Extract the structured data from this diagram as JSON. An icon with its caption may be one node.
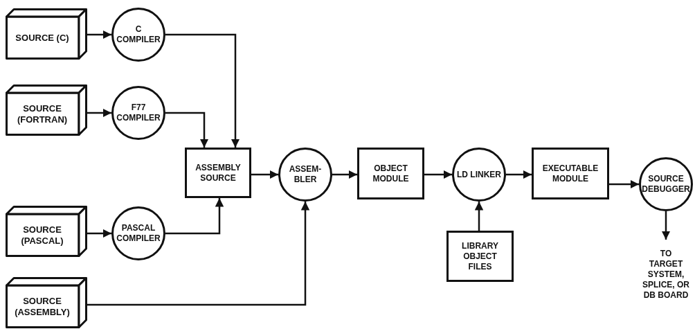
{
  "diagram": {
    "nodes": [
      {
        "text": [
          "SOURCE (C)"
        ]
      },
      {
        "text": [
          "C COMPILER"
        ]
      },
      {
        "text": [
          "SOURCE (FORTRAN)"
        ]
      },
      {
        "text": [
          "F77 COMPILER"
        ]
      },
      {
        "text": [
          "ASSEMBLY SOURCE"
        ]
      },
      {
        "text": [
          "SOURCE (PASCAL)"
        ]
      },
      {
        "text": [
          "PASCAL COMPILER"
        ]
      },
      {
        "text": [
          "SOURCE (ASSEMBLY)"
        ]
      },
      {
        "text": [
          "ASSEM- BLER"
        ]
      },
      {
        "text": [
          "OBJECT MODULE"
        ]
      },
      {
        "text": [
          "LD LINKER"
        ]
      },
      {
        "text": [
          "LIBRARY OBJECT FILES"
        ]
      },
      {
        "text": [
          "EXECUTABLE MODULE"
        ]
      },
      {
        "text": [
          "SOURCE DEBUGGER"
        ]
      },
      {
        "text": [
          "TO TARGET SYSTEM, SPLICE, OR DB BOARD"
        ]
      }
    ],
    "edges": [
      {
        "from": 0,
        "to": 1,
        "arrow": "to"
      },
      {
        "from": 1,
        "to": 4,
        "arrow": "to"
      },
      {
        "from": 2,
        "to": 3,
        "arrow": "to"
      },
      {
        "from": 3,
        "to": 4,
        "arrow": "to"
      },
      {
        "from": 5,
        "to": 6,
        "arrow": "to"
      },
      {
        "from": 6,
        "to": 4,
        "arrow": "to"
      },
      {
        "from": 4,
        "to": 8,
        "arrow": "to"
      },
      {
        "from": 7,
        "to": 8,
        "arrow": "to"
      },
      {
        "from": 8,
        "to": 9,
        "arrow": "to"
      },
      {
        "from": 9,
        "to": 10,
        "arrow": "to"
      },
      {
        "from": 11,
        "to": 10,
        "arrow": "to"
      },
      {
        "from": 10,
        "to": 12,
        "arrow": "to"
      },
      {
        "from": 12,
        "to": 13,
        "arrow": "to"
      },
      {
        "from": 13,
        "to": 14,
        "arrow": "to"
      }
    ]
  }
}
